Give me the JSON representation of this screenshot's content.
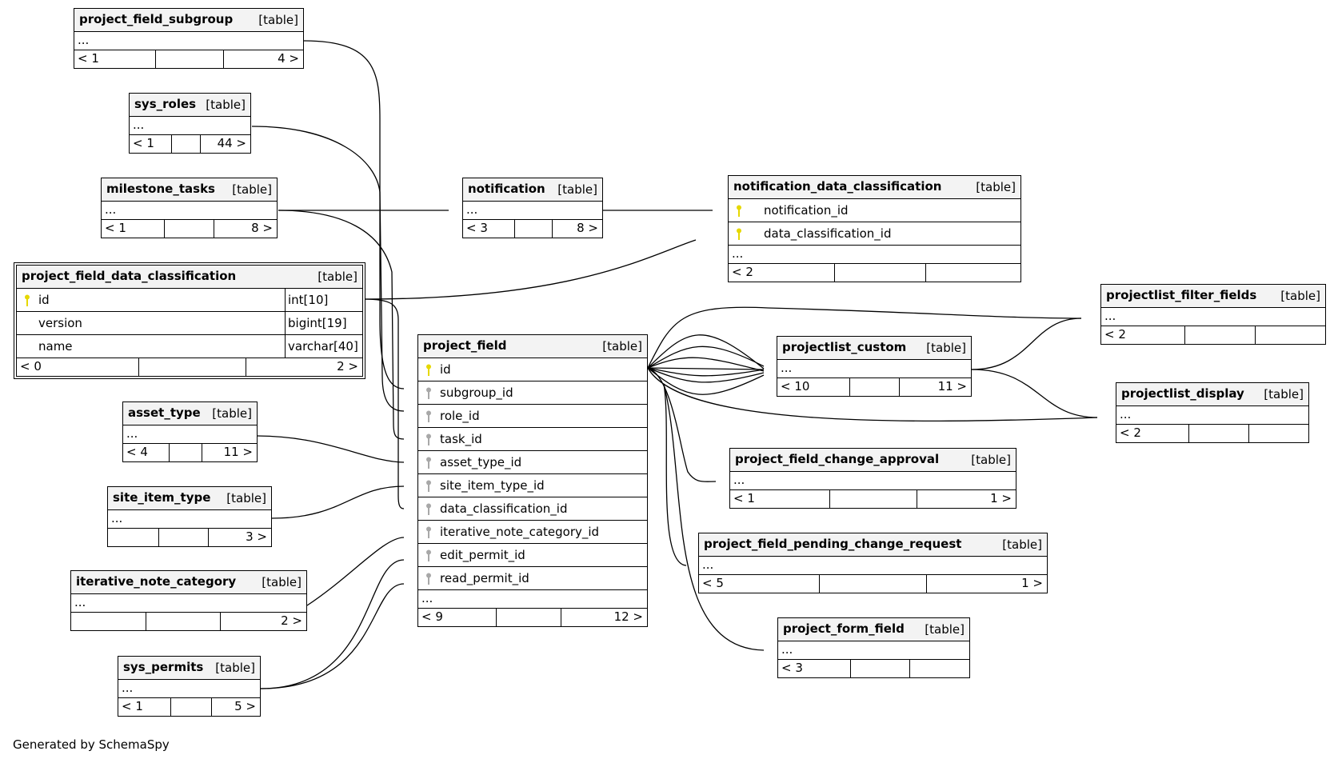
{
  "diagram": {
    "generated_by": "Generated by SchemaSpy"
  },
  "tables": {
    "project_field_subgroup": {
      "name": "project_field_subgroup",
      "kind": "[table]",
      "ellipsis": "...",
      "prev": "< 1",
      "next": "4 >"
    },
    "sys_roles": {
      "name": "sys_roles",
      "kind": "[table]",
      "ellipsis": "...",
      "prev": "< 1",
      "next": "44 >"
    },
    "milestone_tasks": {
      "name": "milestone_tasks",
      "kind": "[table]",
      "ellipsis": "...",
      "prev": "< 1",
      "next": "8 >"
    },
    "notification": {
      "name": "notification",
      "kind": "[table]",
      "ellipsis": "...",
      "prev": "< 3",
      "next": "8 >"
    },
    "notification_data_classification": {
      "name": "notification_data_classification",
      "kind": "[table]",
      "col1": "notification_id",
      "col2": "data_classification_id",
      "ellipsis": "...",
      "prev": "< 2",
      "next": ""
    },
    "project_field_data_classification": {
      "name": "project_field_data_classification",
      "kind": "[table]",
      "columns": [
        {
          "name": "id",
          "type": "int[10]"
        },
        {
          "name": "version",
          "type": "bigint[19]"
        },
        {
          "name": "name",
          "type": "varchar[40]"
        }
      ],
      "prev": "< 0",
      "next": "2 >"
    },
    "asset_type": {
      "name": "asset_type",
      "kind": "[table]",
      "ellipsis": "...",
      "prev": "< 4",
      "next": "11 >"
    },
    "site_item_type": {
      "name": "site_item_type",
      "kind": "[table]",
      "ellipsis": "...",
      "prev": "",
      "next": "3 >"
    },
    "iterative_note_category": {
      "name": "iterative_note_category",
      "kind": "[table]",
      "ellipsis": "...",
      "prev": "",
      "next": "2 >"
    },
    "sys_permits": {
      "name": "sys_permits",
      "kind": "[table]",
      "ellipsis": "...",
      "prev": "< 1",
      "next": "5 >"
    },
    "project_field": {
      "name": "project_field",
      "kind": "[table]",
      "columns": [
        "id",
        "subgroup_id",
        "role_id",
        "task_id",
        "asset_type_id",
        "site_item_type_id",
        "data_classification_id",
        "iterative_note_category_id",
        "edit_permit_id",
        "read_permit_id"
      ],
      "ellipsis": "...",
      "prev": "< 9",
      "next": "12 >"
    },
    "projectlist_custom": {
      "name": "projectlist_custom",
      "kind": "[table]",
      "ellipsis": "...",
      "prev": "< 10",
      "next": "11 >"
    },
    "projectlist_filter_fields": {
      "name": "projectlist_filter_fields",
      "kind": "[table]",
      "ellipsis": "...",
      "prev": "< 2",
      "next": ""
    },
    "projectlist_display": {
      "name": "projectlist_display",
      "kind": "[table]",
      "ellipsis": "...",
      "prev": "< 2",
      "next": ""
    },
    "project_field_change_approval": {
      "name": "project_field_change_approval",
      "kind": "[table]",
      "ellipsis": "...",
      "prev": "< 1",
      "next": "1 >"
    },
    "project_field_pending_change_request": {
      "name": "project_field_pending_change_request",
      "kind": "[table]",
      "ellipsis": "...",
      "prev": "< 5",
      "next": "1 >"
    },
    "project_form_field": {
      "name": "project_form_field",
      "kind": "[table]",
      "ellipsis": "...",
      "prev": "< 3",
      "next": ""
    }
  },
  "colors": {
    "header_bg": "#f3f3f3",
    "primary_key": "#e6d800",
    "foreign_key": "#a8a8a8",
    "line": "#000000"
  }
}
